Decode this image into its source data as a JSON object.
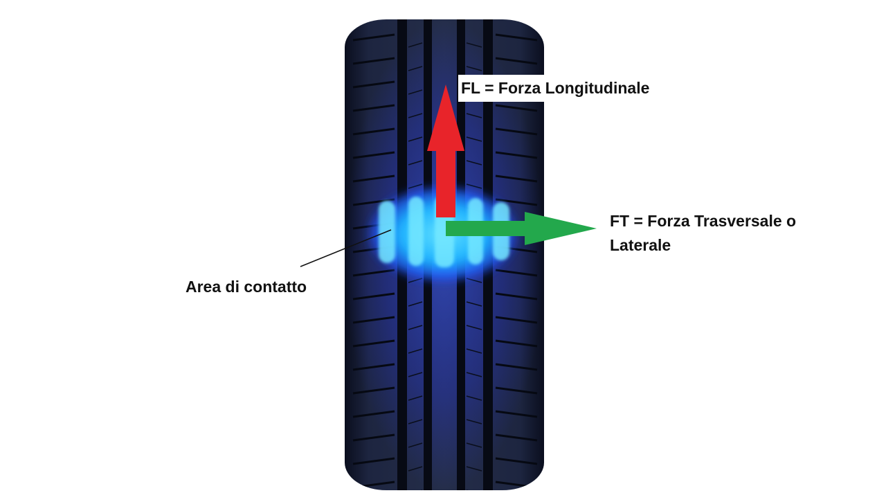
{
  "labels": {
    "longitudinal_force": "FL = Forza Longitudinale",
    "transverse_force_line1": "FT = Forza Trasversale o",
    "transverse_force_line2": "Laterale",
    "contact_area": "Area di contatto"
  },
  "colors": {
    "background": "#ffffff",
    "tire_rubber": "#1c2232",
    "tire_glow": "#2a3cff",
    "contact_patch": "#1fb3ff",
    "longitudinal_arrow": "#e8242a",
    "transverse_arrow": "#23a84c",
    "text": "#111111",
    "leader_line": "#111111"
  },
  "icons": {
    "tire": "tire-front-view-icon",
    "contact_patch": "contact-patch-glow",
    "longitudinal_arrow": "arrow-up-icon",
    "transverse_arrow": "arrow-right-icon"
  }
}
